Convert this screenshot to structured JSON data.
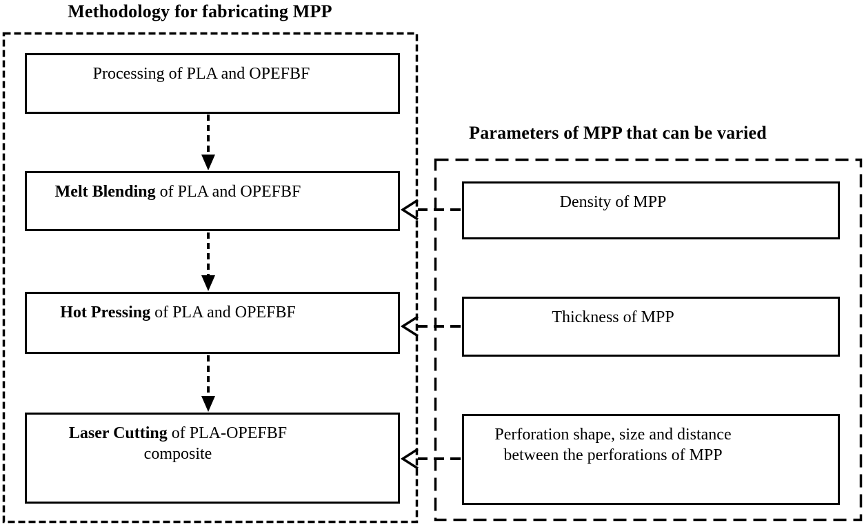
{
  "left_panel": {
    "title": "Methodology for fabricating MPP",
    "steps": [
      {
        "bold": "",
        "rest": "Processing of PLA and OPEFBF"
      },
      {
        "bold": "Melt Blending",
        "rest": " of PLA and OPEFBF"
      },
      {
        "bold": "Hot Pressing",
        "rest": " of PLA and OPEFBF"
      },
      {
        "bold": "Laser Cutting",
        "rest": " of PLA-OPEFBF",
        "line2": "composite"
      }
    ]
  },
  "right_panel": {
    "title": "Parameters of MPP that can be varied",
    "parameters": [
      {
        "line1": "Density of MPP",
        "line2": ""
      },
      {
        "line1": "Thickness of MPP",
        "line2": ""
      },
      {
        "line1": "Perforation shape, size and distance",
        "line2": "between the perforations of MPP"
      }
    ]
  },
  "colors": {
    "ink": "#000000",
    "background": "#ffffff"
  }
}
